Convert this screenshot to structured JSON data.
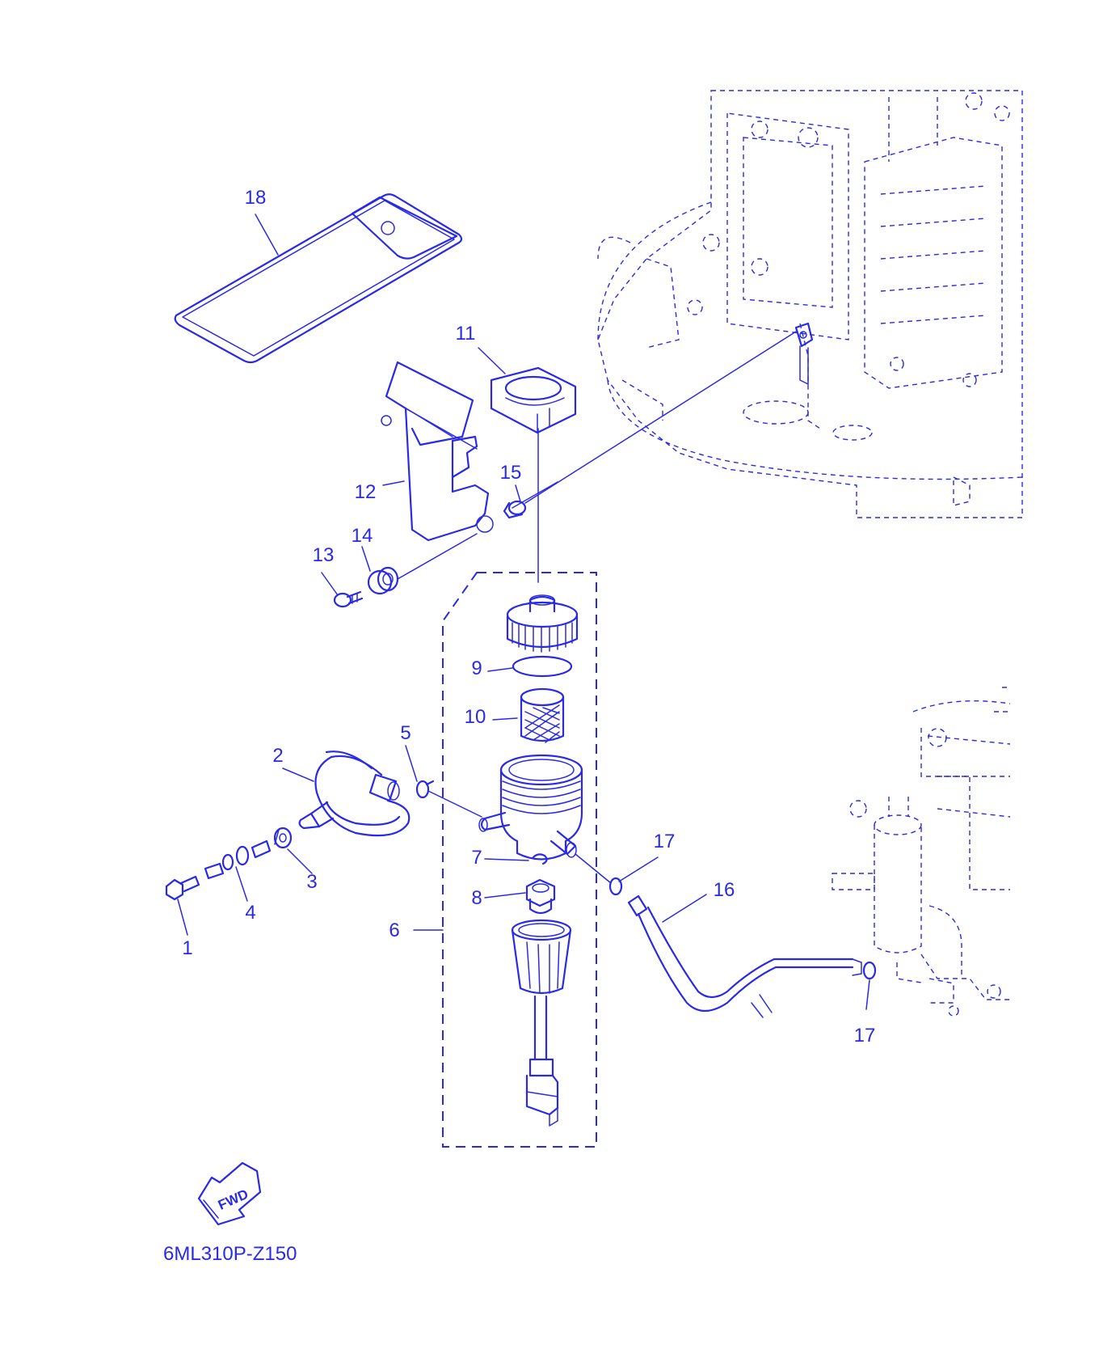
{
  "diagram": {
    "code": "6ML310P-Z150",
    "fwd_label": "FWD",
    "part_numbers": [
      "1",
      "2",
      "3",
      "4",
      "5",
      "6",
      "7",
      "8",
      "9",
      "10",
      "11",
      "12",
      "13",
      "14",
      "15",
      "16",
      "17",
      "17",
      "18"
    ],
    "line_color": "#2a2ae6",
    "background": "#ffffff"
  }
}
